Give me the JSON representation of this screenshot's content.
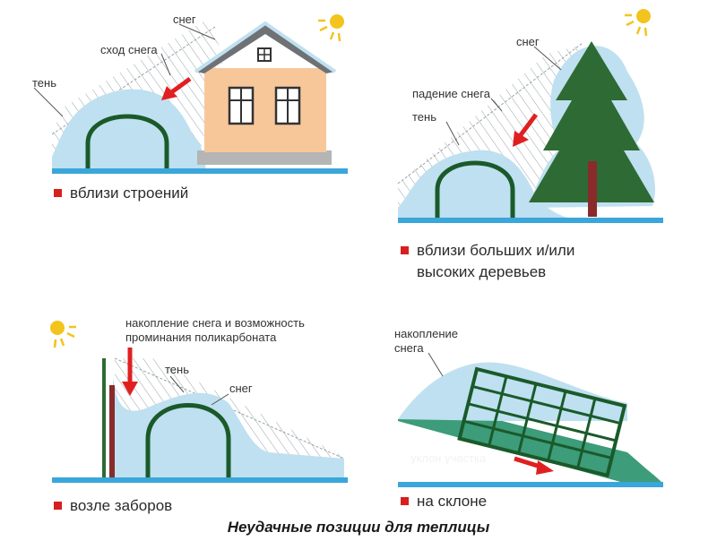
{
  "colors": {
    "snow": "#bfe0f0",
    "ground": "#3aa6d9",
    "arch": "#1a5a2a",
    "house_wall": "#f7c79a",
    "house_roof": "#7a7a7a",
    "tree": "#2e6b34",
    "trunk": "#8a2b2b",
    "arrow": "#e02020",
    "sun": "#f3c41d",
    "bullet": "#d81e1e",
    "slope": "#3d9c7a",
    "hatch": "#9aa3a8"
  },
  "icons": {
    "sun": "sun-icon",
    "bullet": "red-square-bullet-icon",
    "house": "house-icon",
    "tree": "spruce-tree-icon",
    "fence": "fence-icon",
    "greenhouse": "greenhouse-arch-icon",
    "slope_greenhouse": "greenhouse-frame-icon"
  },
  "panel1": {
    "label_snow": "снег",
    "label_slide": "сход снега",
    "label_shadow": "тень",
    "caption": "вблизи строений"
  },
  "panel2": {
    "label_snow": "снег",
    "label_fall": "падение снега",
    "label_shadow": "тень",
    "caption_line1": "вблизи больших и/или",
    "caption_line2": "высоких деревьев"
  },
  "panel3": {
    "label_accum_line1": "накопление снега и возможность",
    "label_accum_line2": "проминания поликарбоната",
    "label_shadow": "тень",
    "label_snow": "снег",
    "caption": "возле заборов"
  },
  "panel4": {
    "label_accum_line1": "накопление",
    "label_accum_line2": "снега",
    "label_slope": "уклон участка",
    "caption": "на склоне"
  },
  "footer": {
    "title": "Неудачные позиции для теплицы"
  }
}
